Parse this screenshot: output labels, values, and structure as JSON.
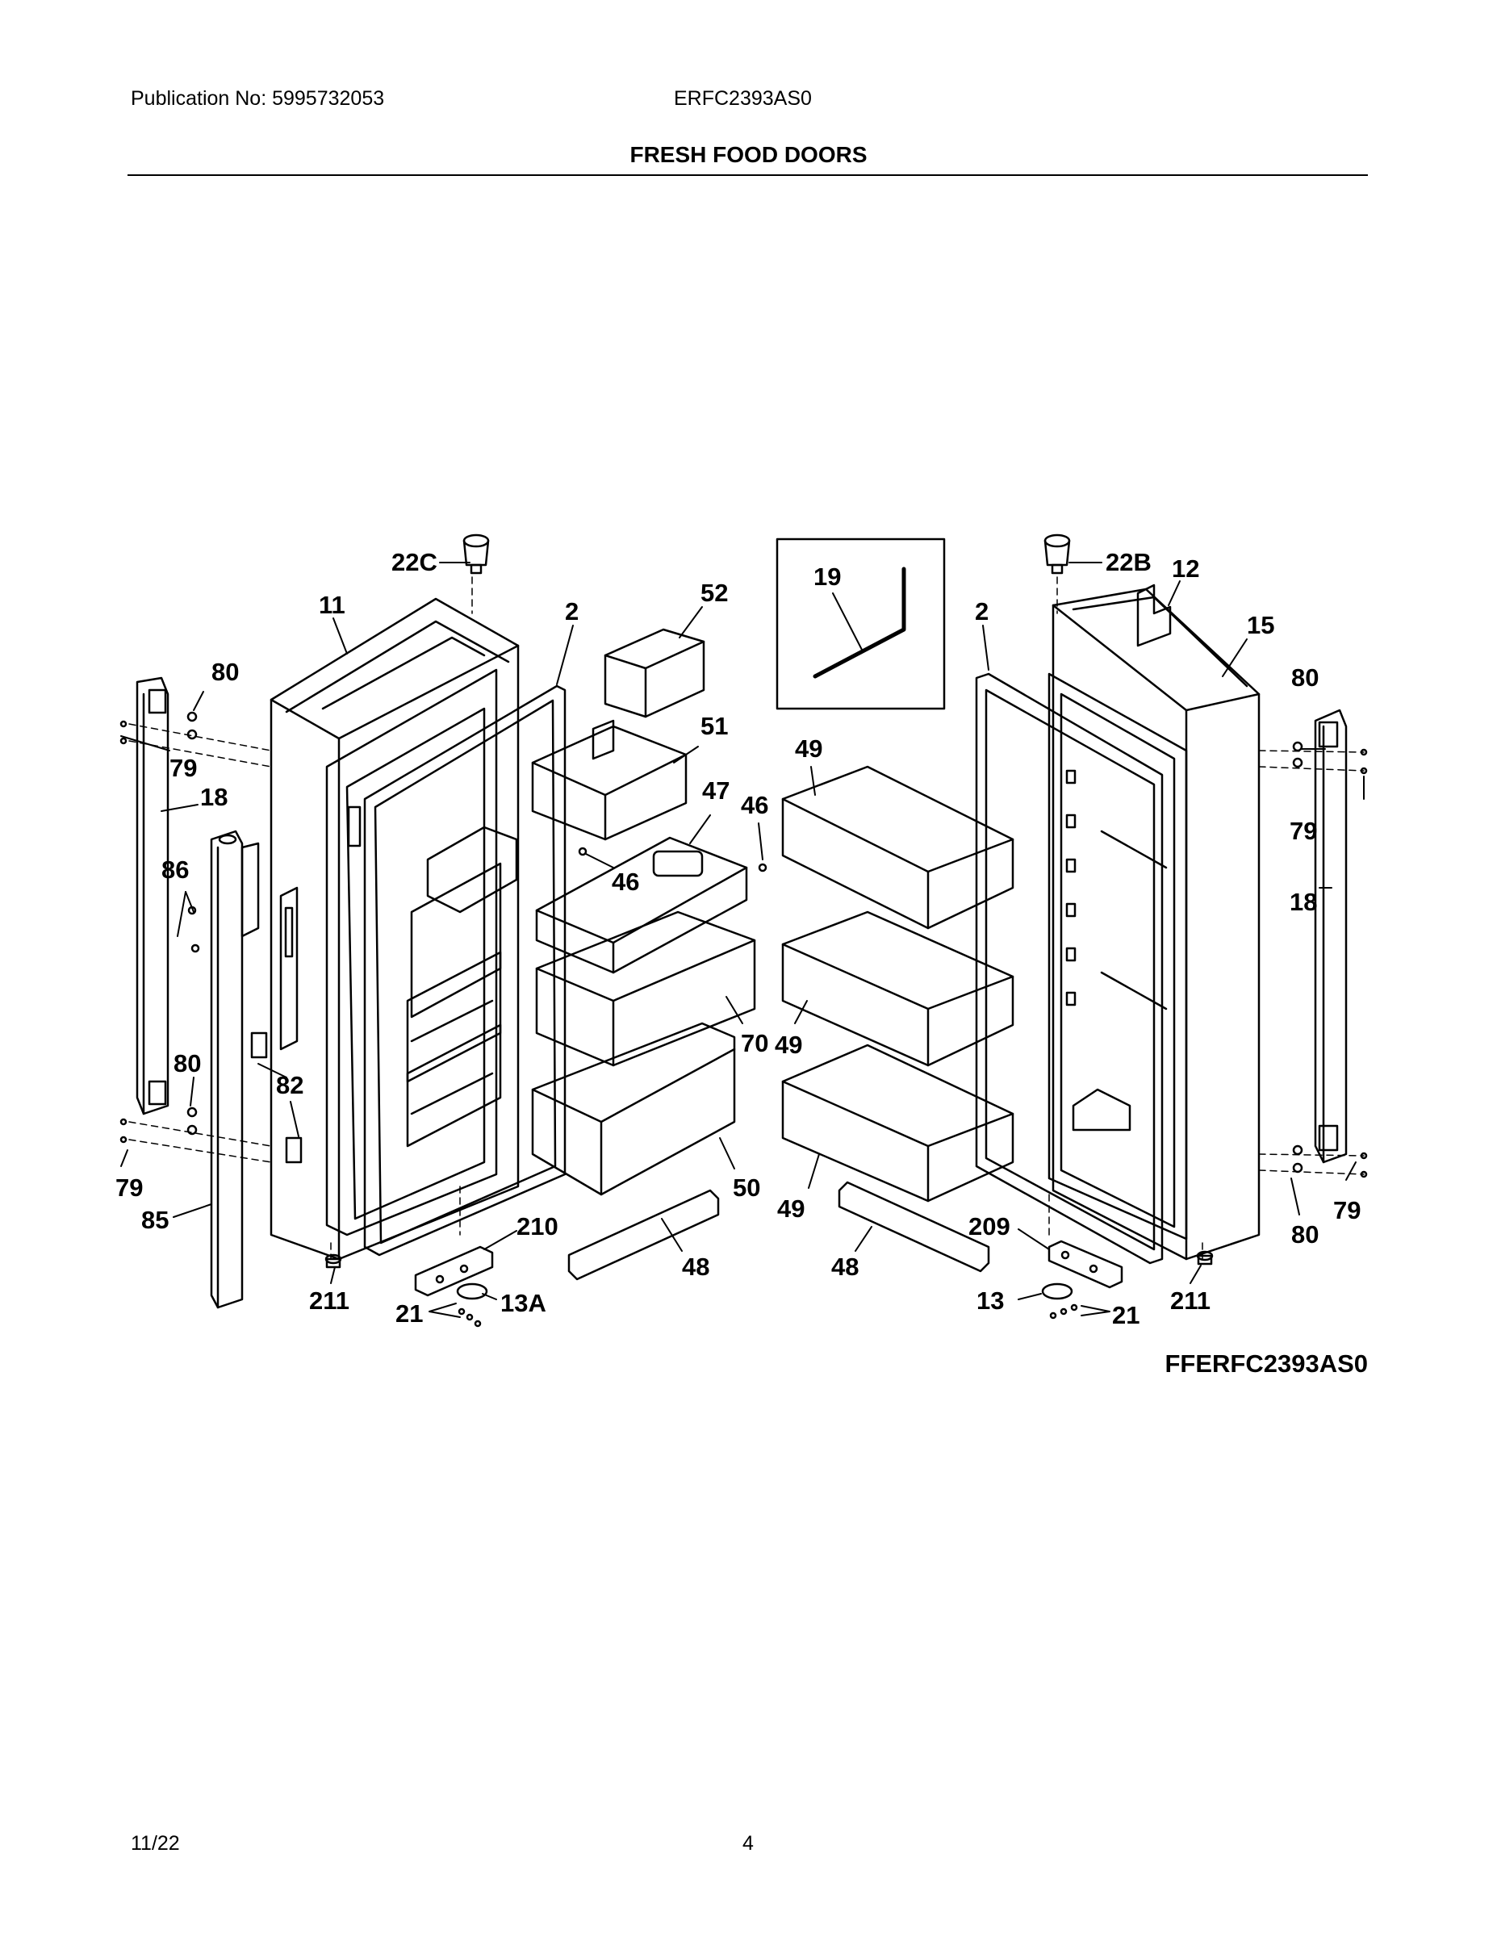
{
  "header": {
    "publication": "Publication No: 5995732053",
    "model": "ERFC2393AS0",
    "title": "FRESH FOOD DOORS"
  },
  "callouts": {
    "c22C": "22C",
    "c11": "11",
    "c2a": "2",
    "c52": "52",
    "c19": "19",
    "c2b": "2",
    "c22B": "22B",
    "c12": "12",
    "c15": "15",
    "c80a": "80",
    "c79a": "79",
    "c18a": "18",
    "c86": "86",
    "c51": "51",
    "c47": "47",
    "c46a": "46",
    "c46b": "46",
    "c49a": "49",
    "c70": "70",
    "c49b": "49",
    "c80b": "80",
    "c82": "82",
    "c50": "50",
    "c79b": "79",
    "c85": "85",
    "c49c": "49",
    "c210": "210",
    "c48a": "48",
    "c48b": "48",
    "c209": "209",
    "c211a": "211",
    "c21a": "21",
    "c13A": "13A",
    "c13": "13",
    "c21b": "21",
    "c211b": "211",
    "c80c": "80",
    "c79c": "79",
    "c18b": "18",
    "c80d": "80",
    "c79d": "79"
  },
  "drawing_code": "FFERFC2393AS0",
  "footer": {
    "date": "11/22",
    "page": "4"
  }
}
